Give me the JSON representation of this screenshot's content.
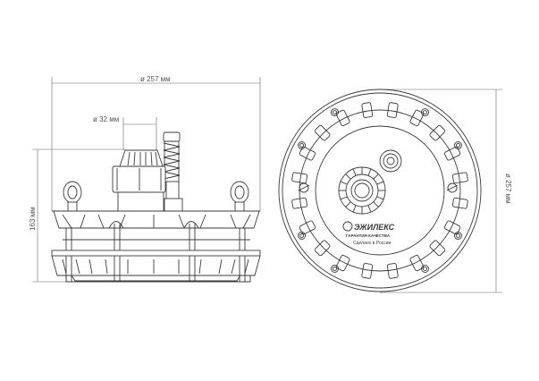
{
  "dimensions": {
    "diameter_side": "ø 257 мм",
    "gland_diameter": "ø 32 мм",
    "height": "163 мм",
    "diameter_front": "ø 257 мм"
  },
  "label": {
    "brand": "ЭЖИЛЕКС",
    "slogan": "ГАРАНТИЯ КАЧЕСТВА",
    "origin": "Сделано в России"
  }
}
